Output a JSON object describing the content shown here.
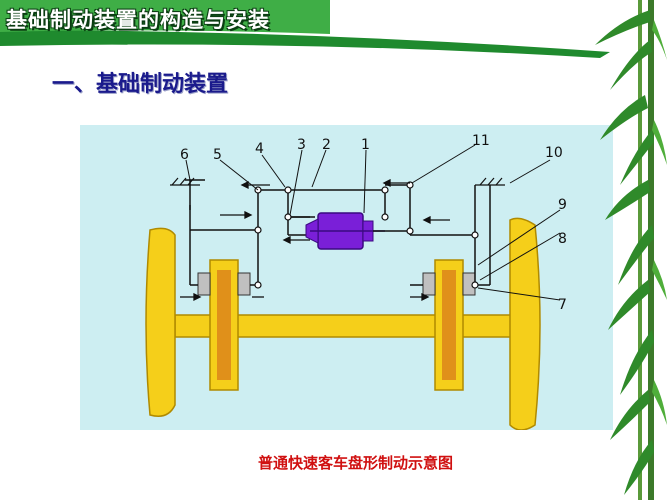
{
  "title": "基础制动装置的构造与安装",
  "heading": "一、基础制动装置",
  "caption": "普通快速客车盘形制动示意图",
  "labels": [
    "6",
    "5",
    "4",
    "3",
    "2",
    "1",
    "11",
    "10",
    "9",
    "8",
    "7"
  ],
  "colors": {
    "title_green": "#1f8a2e",
    "panel_bg": "#cdeef2",
    "wheel_yellow": "#f5cf1a",
    "disc_orange": "#e0901a",
    "cylinder_purple": "#7a1fd8",
    "heading_blue": "#1a1a8c",
    "caption_red": "#d01010"
  }
}
